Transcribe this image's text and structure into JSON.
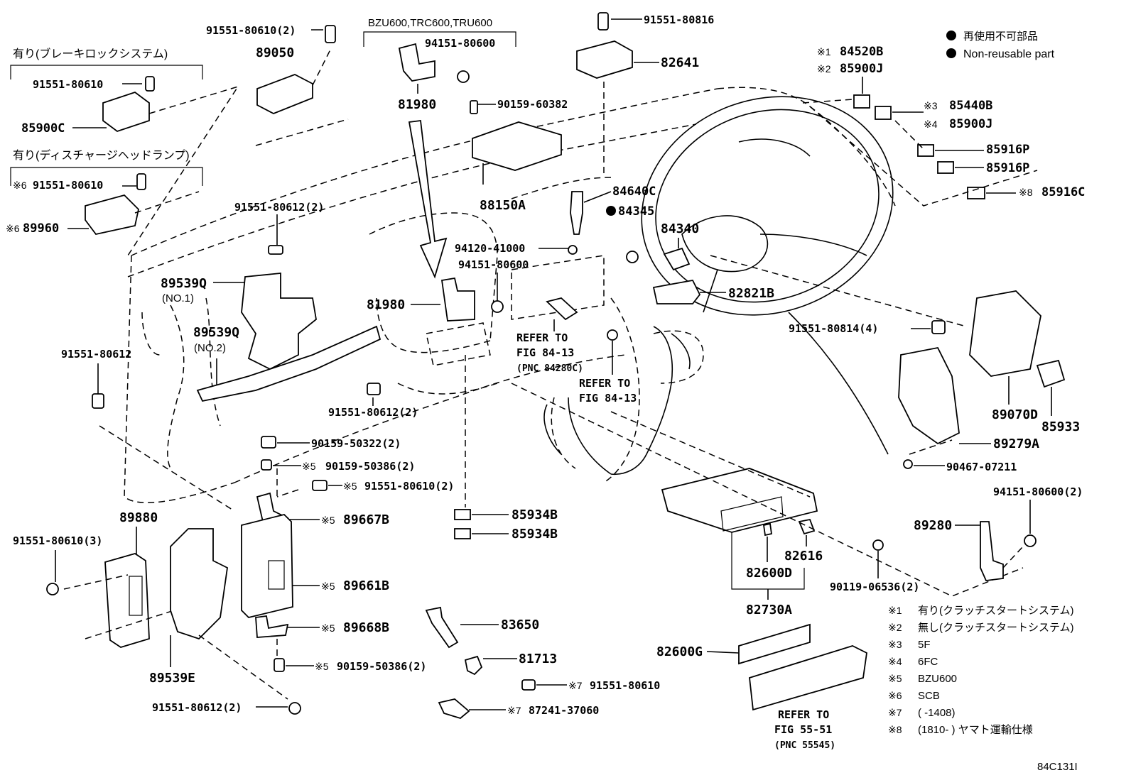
{
  "header": {
    "variant_models": "BZU600,TRC600,TRU600",
    "legend_text_jp": "再使用不可部品",
    "legend_text_en": "Non-reusable part",
    "group_brake_lock": "有り(ブレーキロックシステム)",
    "group_discharge": "有り(ディスチャージヘッドランプ)"
  },
  "parts": {
    "p91551_80610_2_top": "91551-80610(2)",
    "p89050": "89050",
    "p91551_80610_a": "91551-80610",
    "p85900C": "85900C",
    "p91551_80610_b": "91551-80610",
    "p89960": "89960",
    "p94151_80600_top": "94151-80600",
    "p81980_top": "81980",
    "p90159_60382": "90159-60382",
    "p91551_80816": "91551-80816",
    "p82641": "82641",
    "p84520B": "84520B",
    "p85900J_1": "85900J",
    "p85440B": "85440B",
    "p85900J_2": "85900J",
    "p85916P_1": "85916P",
    "p85916P_2": "85916P",
    "p85916C": "85916C",
    "p91551_80612_2_a": "91551-80612(2)",
    "p88150A": "88150A",
    "p84640C": "84640C",
    "p84345": "84345",
    "p84340": "84340",
    "p94120_41000": "94120-41000",
    "p94151_80600_mid": "94151-80600",
    "p82821B": "82821B",
    "p89539Q_1": "89539Q",
    "no1": "(NO.1)",
    "p89539Q_2": "89539Q",
    "no2": "(NO.2)",
    "p81980_mid": "81980",
    "refer1_a": "REFER TO",
    "refer1_b": "FIG 84-13",
    "refer1_c": "(PNC 84280C)",
    "refer2_a": "REFER TO",
    "refer2_b": "FIG 84-13",
    "p91551_80612_left": "91551-80612",
    "p91551_80612_2_b": "91551-80612(2)",
    "p91551_80814_4": "91551-80814(4)",
    "p89070D": "89070D",
    "p85933": "85933",
    "p89279A": "89279A",
    "p90467_07211": "90467-07211",
    "p90159_50322_2": "90159-50322(2)",
    "p90159_50386_2_a": "90159-50386(2)",
    "p91551_80610_2_b": "91551-80610(2)",
    "p89667B": "89667B",
    "p89880": "89880",
    "p91551_80610_3": "91551-80610(3)",
    "p85934B_1": "85934B",
    "p85934B_2": "85934B",
    "p94151_80600_2": "94151-80600(2)",
    "p89280": "89280",
    "p82616": "82616",
    "p82600D": "82600D",
    "p90119_06536_2": "90119-06536(2)",
    "p89661B": "89661B",
    "p82730A": "82730A",
    "p89668B": "89668B",
    "p83650": "83650",
    "p81713": "81713",
    "p82600G": "82600G",
    "p90159_50386_2_b": "90159-50386(2)",
    "p89539E": "89539E",
    "p91551_80610_c": "91551-80610",
    "p87241_37060": "87241-37060",
    "p91551_80612_2_c": "91551-80612(2)",
    "refer3_a": "REFER TO",
    "refer3_b": "FIG 55-51",
    "refer3_c": "(PNC 55545)"
  },
  "marks": {
    "m1": "※1",
    "m2": "※2",
    "m3": "※3",
    "m4": "※4",
    "m5": "※5",
    "m6": "※6",
    "m7": "※7",
    "m8": "※8"
  },
  "notes": [
    {
      "mark": "※1",
      "text": "有り(クラッチスタートシステム)"
    },
    {
      "mark": "※2",
      "text": "無し(クラッチスタートシステム)"
    },
    {
      "mark": "※3",
      "text": "5F"
    },
    {
      "mark": "※4",
      "text": "6FC"
    },
    {
      "mark": "※5",
      "text": "BZU600"
    },
    {
      "mark": "※6",
      "text": "SCB"
    },
    {
      "mark": "※7",
      "text": "(        -1408)"
    },
    {
      "mark": "※8",
      "text": "(1810-        ) ヤマト運輸仕様"
    }
  ],
  "figure_code": "84C131I"
}
